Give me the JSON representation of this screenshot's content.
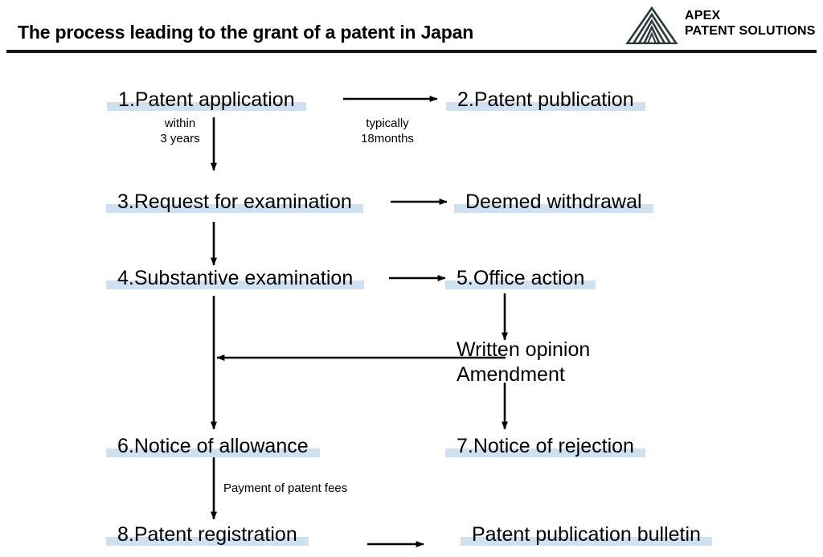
{
  "header": {
    "title": "The process leading to the grant of a patent in Japan",
    "logo": {
      "name": "apex-patent-solutions-logo",
      "line1": "APEX",
      "line2": "PATENT SOLUTIONS",
      "mark": "nested-triangle-icon"
    }
  },
  "theme": {
    "highlight": "#cfe1f0",
    "ink": "#000000",
    "background": "#ffffff"
  },
  "flow": {
    "type": "flowchart",
    "nodes": [
      {
        "id": "n1",
        "label": "1.Patent application",
        "column": "left",
        "highlighted": true
      },
      {
        "id": "n2",
        "label": "2.Patent publication",
        "column": "right",
        "highlighted": true
      },
      {
        "id": "n3",
        "label": "3.Request for examination",
        "column": "left",
        "highlighted": true
      },
      {
        "id": "n4",
        "label": "Deemed withdrawal",
        "column": "right",
        "highlighted": true
      },
      {
        "id": "n5",
        "label": "4.Substantive examination",
        "column": "left",
        "highlighted": true
      },
      {
        "id": "n6",
        "label": "5.Office action",
        "column": "right",
        "highlighted": true
      },
      {
        "id": "n7",
        "label": "Written opinion",
        "column": "right",
        "highlighted": false
      },
      {
        "id": "n8",
        "label": "Amendment",
        "column": "right",
        "highlighted": false
      },
      {
        "id": "n9",
        "label": "6.Notice of allowance",
        "column": "left",
        "highlighted": true
      },
      {
        "id": "n10",
        "label": "7.Notice of rejection",
        "column": "right",
        "highlighted": true
      },
      {
        "id": "n11",
        "label": "8.Patent registration",
        "column": "left",
        "highlighted": true
      },
      {
        "id": "n12",
        "label": "Patent publication bulletin",
        "column": "right",
        "highlighted": true
      }
    ],
    "edge_labels": {
      "within_3_years_line1": "within",
      "within_3_years_line2": "3 years",
      "typically_18months_line1": "typically",
      "typically_18months_line2": "18months",
      "payment_of_patent_fees": "Payment of patent fees"
    },
    "edges": [
      {
        "from": "1.Patent application",
        "to": "2.Patent publication",
        "label": "typically 18months",
        "direction": "right"
      },
      {
        "from": "1.Patent application",
        "to": "3.Request for examination",
        "label": "within 3 years",
        "direction": "down"
      },
      {
        "from": "3.Request for examination",
        "to": "Deemed withdrawal",
        "label": "",
        "direction": "right"
      },
      {
        "from": "3.Request for examination",
        "to": "4.Substantive examination",
        "label": "",
        "direction": "down"
      },
      {
        "from": "4.Substantive examination",
        "to": "5.Office action",
        "label": "",
        "direction": "right"
      },
      {
        "from": "5.Office action",
        "to": "Written opinion / Amendment",
        "label": "",
        "direction": "down"
      },
      {
        "from": "Written opinion / Amendment",
        "to": "4.Substantive examination",
        "label": "",
        "direction": "left"
      },
      {
        "from": "Written opinion / Amendment",
        "to": "7.Notice of rejection",
        "label": "",
        "direction": "down"
      },
      {
        "from": "4.Substantive examination",
        "to": "6.Notice of allowance",
        "label": "",
        "direction": "down"
      },
      {
        "from": "6.Notice of allowance",
        "to": "8.Patent registration",
        "label": "Payment of patent fees",
        "direction": "down"
      },
      {
        "from": "8.Patent registration",
        "to": "Patent publication bulletin",
        "label": "",
        "direction": "right"
      }
    ]
  }
}
